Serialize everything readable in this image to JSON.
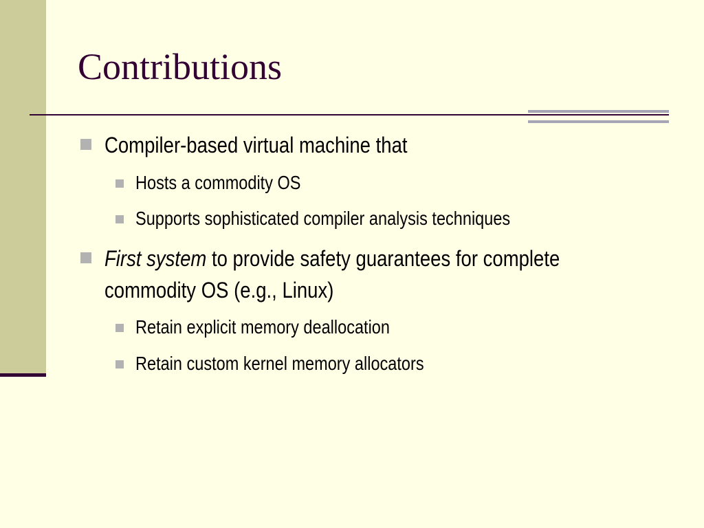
{
  "slide": {
    "title": "Contributions",
    "colors": {
      "background": "#FFFFE5",
      "left_band": "#CCCC9A",
      "accent": "#330033",
      "bullet_marker": "#B2B2B2",
      "grey_bars": "#A5A5B5"
    },
    "bullets": [
      {
        "level": 1,
        "text": "Compiler-based virtual machine that"
      },
      {
        "level": 2,
        "text": "Hosts a commodity OS"
      },
      {
        "level": 2,
        "text": "Supports sophisticated compiler analysis techniques"
      },
      {
        "level": 1,
        "emphasis": "First system",
        "text_line1": " to provide safety guarantees for complete",
        "text_line2": "commodity OS (e.g., Linux)"
      },
      {
        "level": 2,
        "text": "Retain explicit memory deallocation"
      },
      {
        "level": 2,
        "text": "Retain custom kernel memory allocators"
      }
    ],
    "icons": {
      "bullet_marker": "square-bullet-icon"
    }
  }
}
